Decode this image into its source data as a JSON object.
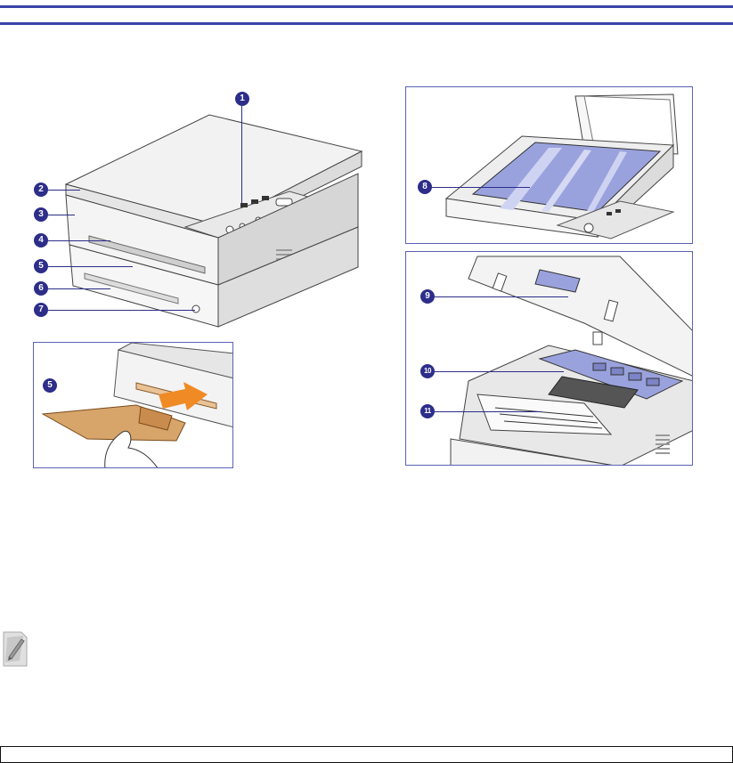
{
  "callouts": {
    "c1": "1",
    "c2": "2",
    "c3": "3",
    "c4": "4",
    "c5": "5",
    "c6": "6",
    "c7": "7",
    "c8": "8",
    "c9": "9",
    "c10": "10",
    "c11": "11",
    "c5_inset": "5"
  },
  "icons": {
    "note": "note-pencil-icon",
    "arrow": "insert-arrow-icon"
  },
  "colors": {
    "rule": "#3a44a8",
    "callout": "#2d2d8a",
    "tray": "#d7a46a",
    "arrow": "#f08a24"
  }
}
